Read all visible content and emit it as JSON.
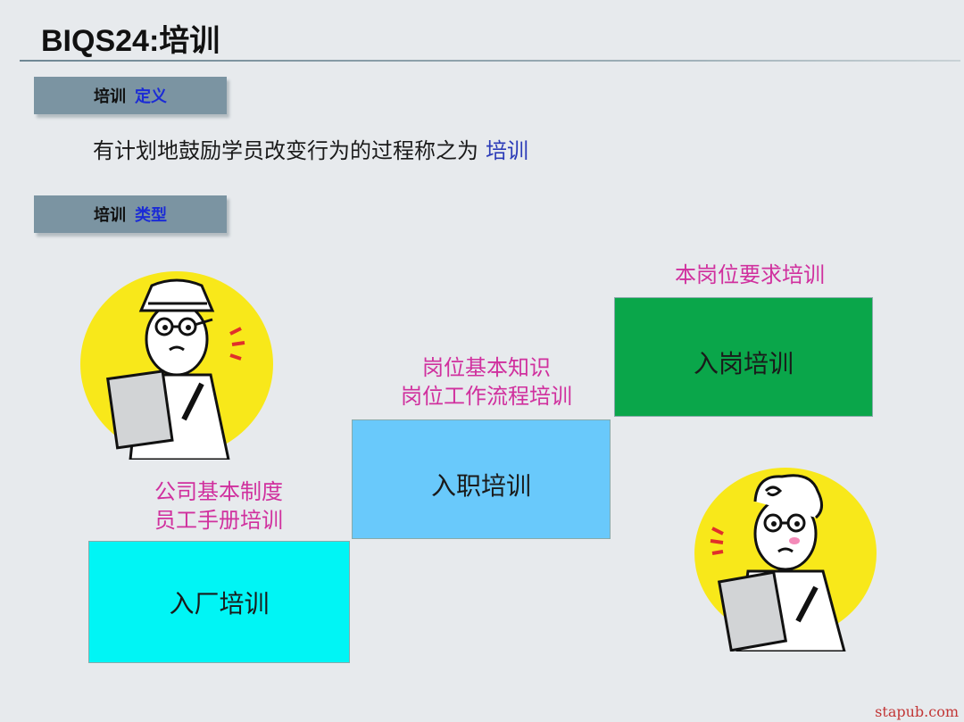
{
  "title": "BIQS24:培训",
  "tab_definition": {
    "label": "培训",
    "highlight": "定义"
  },
  "definition_text": {
    "text": "有计划地鼓励学员改变行为的过程称之为",
    "highlight": "培训"
  },
  "tab_types": {
    "label": "培训",
    "highlight": "类型"
  },
  "steps": [
    {
      "label": "入厂培训",
      "caption_line1": "公司基本制度",
      "caption_line2": "员工手册培训",
      "color": "#00f5f5"
    },
    {
      "label": "入职培训",
      "caption_line1": "岗位基本知识",
      "caption_line2": "岗位工作流程培训",
      "color": "#69c9fb"
    },
    {
      "label": "入岗培训",
      "caption_line1": "本岗位要求培训",
      "color": "#0aa64a"
    }
  ],
  "illustrations": [
    "inspector-with-clipboard",
    "woman-with-clipboard"
  ],
  "colors": {
    "caption": "#d0309e",
    "highlight": "#1b2bd6",
    "tab_bg": "#7b94a2"
  },
  "watermark": "stapub.com"
}
